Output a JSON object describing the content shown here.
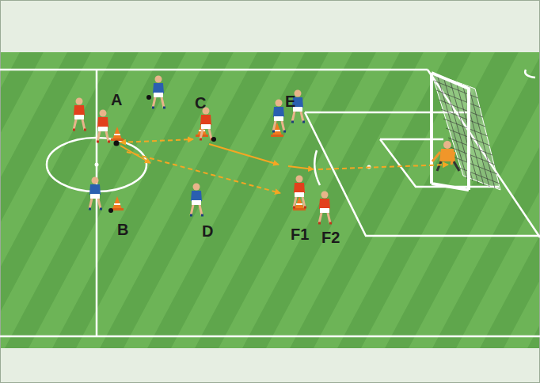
{
  "diagram": {
    "labels": [
      "A",
      "C",
      "E",
      "B",
      "D",
      "F1",
      "F2"
    ]
  }
}
